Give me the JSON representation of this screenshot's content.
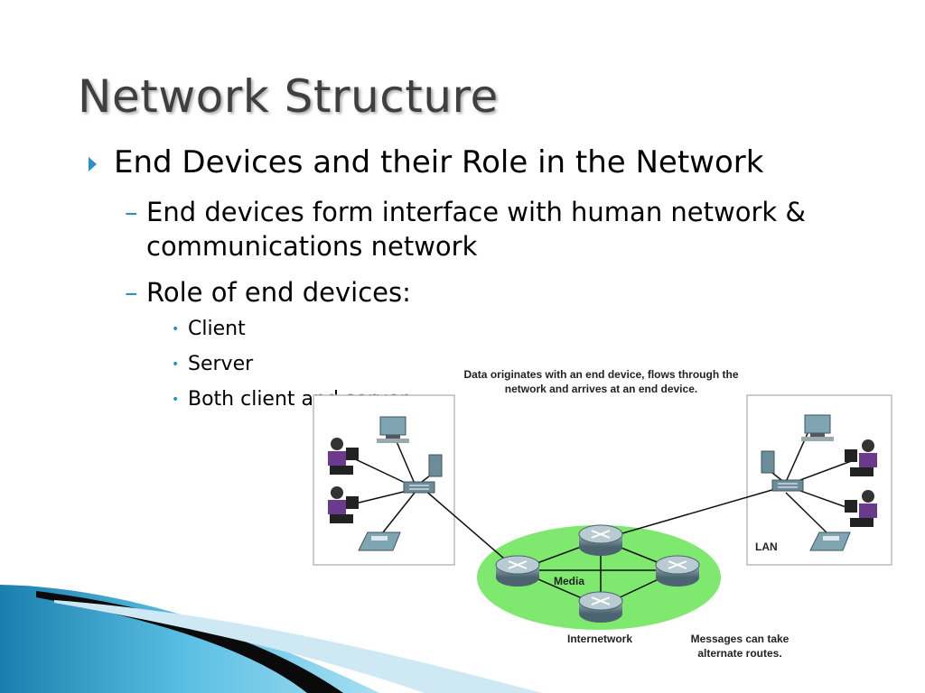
{
  "slide": {
    "title": "Network Structure",
    "bullet": "End Devices and their Role in the Network",
    "sub_bullets": [
      "End devices form interface with human network & communications network",
      "Role of end devices:"
    ],
    "sub_sub_bullets": [
      "Client",
      "Server",
      "Both client and server"
    ]
  },
  "diagram": {
    "caption_top": "Data originates with an end device, flows through the network and arrives at an end device.",
    "label_lan": "LAN",
    "label_media": "Media",
    "label_internetwork": "Internetwork",
    "caption_bottom": "Messages can take alternate routes."
  },
  "colors": {
    "bullet_accent": "#2c8fc9",
    "media_cloud": "#7fe86f",
    "title_text": "#3f3f3f"
  }
}
